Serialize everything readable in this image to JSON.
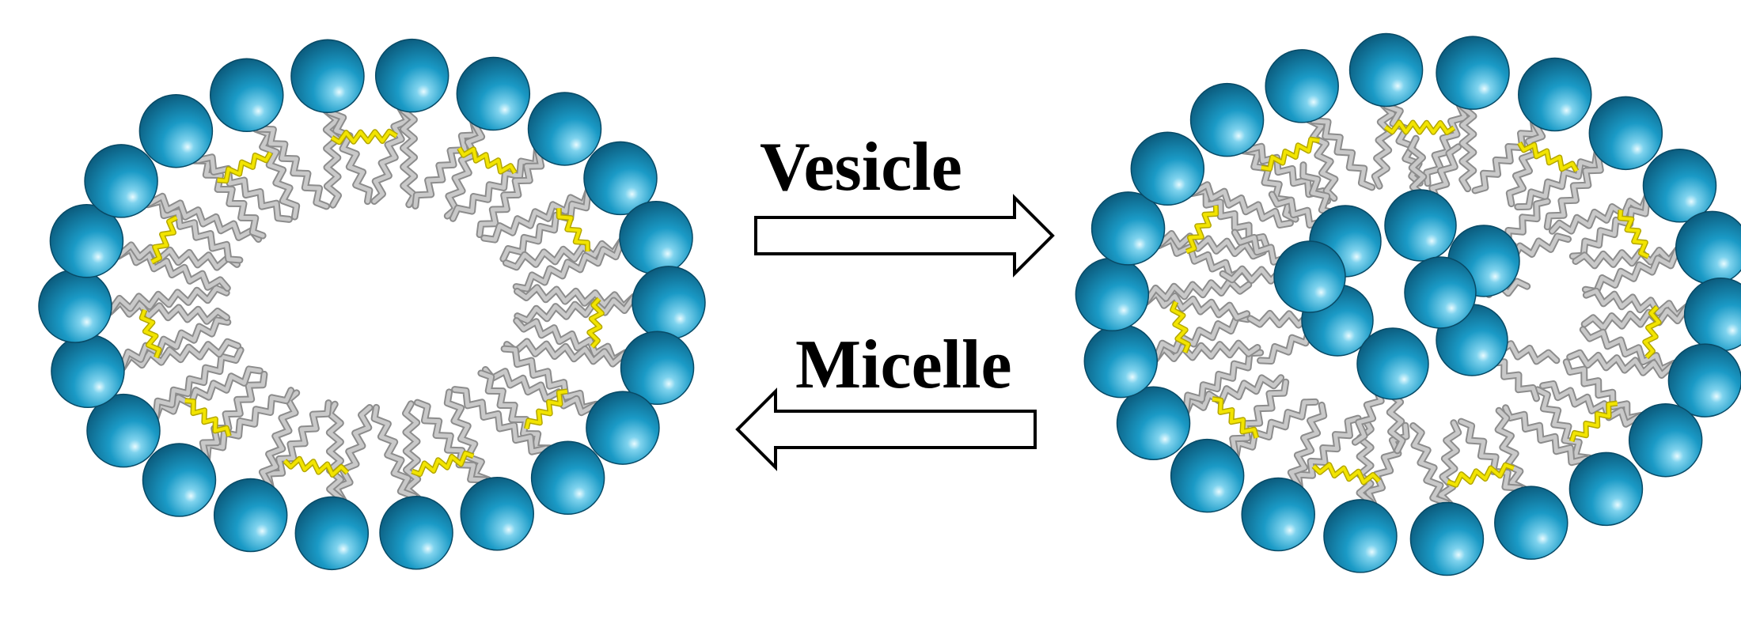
{
  "labels": {
    "forward": "Vesicle",
    "reverse": "Micelle"
  },
  "colors": {
    "headgroup": "#1497c3",
    "headgroup_dark": "#0b5f80",
    "tail": "#c9c9c9",
    "tail_dark": "#8c8c8c",
    "linker": "#f2e400",
    "linker_dark": "#b3a600",
    "arrow_fill": "#ffffff",
    "arrow_stroke": "#000000"
  },
  "structures": {
    "left": {
      "name": "vesicle-assembly",
      "outer_heads": 22,
      "inner_heads": 0
    },
    "right": {
      "name": "micelle-assembly",
      "outer_heads": 22,
      "inner_heads": 8
    }
  }
}
